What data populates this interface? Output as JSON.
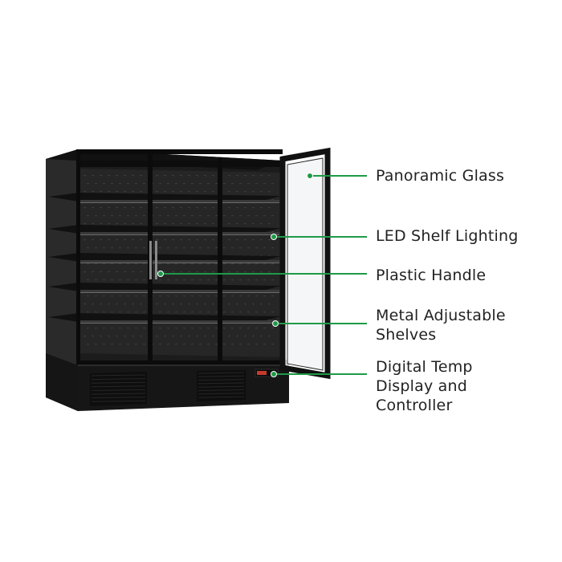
{
  "colors": {
    "callout": "#1f9a48",
    "cabinet": "#1c1c1c",
    "text": "#222222",
    "background": "#ffffff"
  },
  "callouts": [
    {
      "id": "panoramic-glass",
      "lines": [
        "Panoramic Glass"
      ]
    },
    {
      "id": "led-shelf-lighting",
      "lines": [
        "LED Shelf Lighting"
      ]
    },
    {
      "id": "plastic-handle",
      "lines": [
        "Plastic Handle"
      ]
    },
    {
      "id": "metal-adjustable-shelves",
      "lines": [
        "Metal Adjustable",
        "Shelves"
      ]
    },
    {
      "id": "digital-temp-display",
      "lines": [
        "Digital Temp",
        "Display and",
        "Controller"
      ]
    }
  ]
}
